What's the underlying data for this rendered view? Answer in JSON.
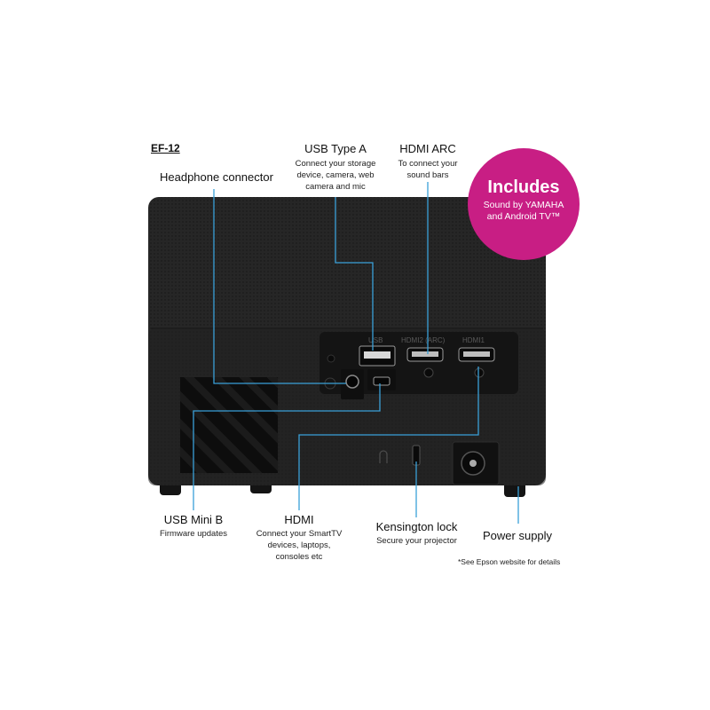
{
  "model": "EF-12",
  "badge": {
    "title": "Includes",
    "line1": "Sound by YAMAHA",
    "line2": "and Android TV™",
    "color": "#c81e84"
  },
  "ports": {
    "headphone": {
      "title": "Headphone connector"
    },
    "usb_a": {
      "title": "USB Type A",
      "desc": [
        "Connect your storage",
        "device, camera, web",
        "camera and mic"
      ]
    },
    "hdmi_arc": {
      "title": "HDMI ARC",
      "desc": [
        "To connect your",
        "sound bars"
      ]
    },
    "usb_mini_b": {
      "title": "USB Mini B",
      "desc": [
        "Firmware updates"
      ]
    },
    "hdmi": {
      "title": "HDMI",
      "desc": [
        "Connect your SmartTV",
        "devices, laptops,",
        "consoles etc"
      ]
    },
    "kensington": {
      "title": "Kensington lock",
      "desc": [
        "Secure your projector"
      ]
    },
    "power": {
      "title": "Power supply"
    }
  },
  "panel_labels": {
    "usb": "USB",
    "hdmi2": "HDMI2 (ARC)",
    "hdmi1": "HDMI1"
  },
  "footnote": "*See Epson website for details",
  "colors": {
    "callout_line": "#3aa0d8",
    "body": "#1e1e1e",
    "badge": "#c81e84"
  }
}
